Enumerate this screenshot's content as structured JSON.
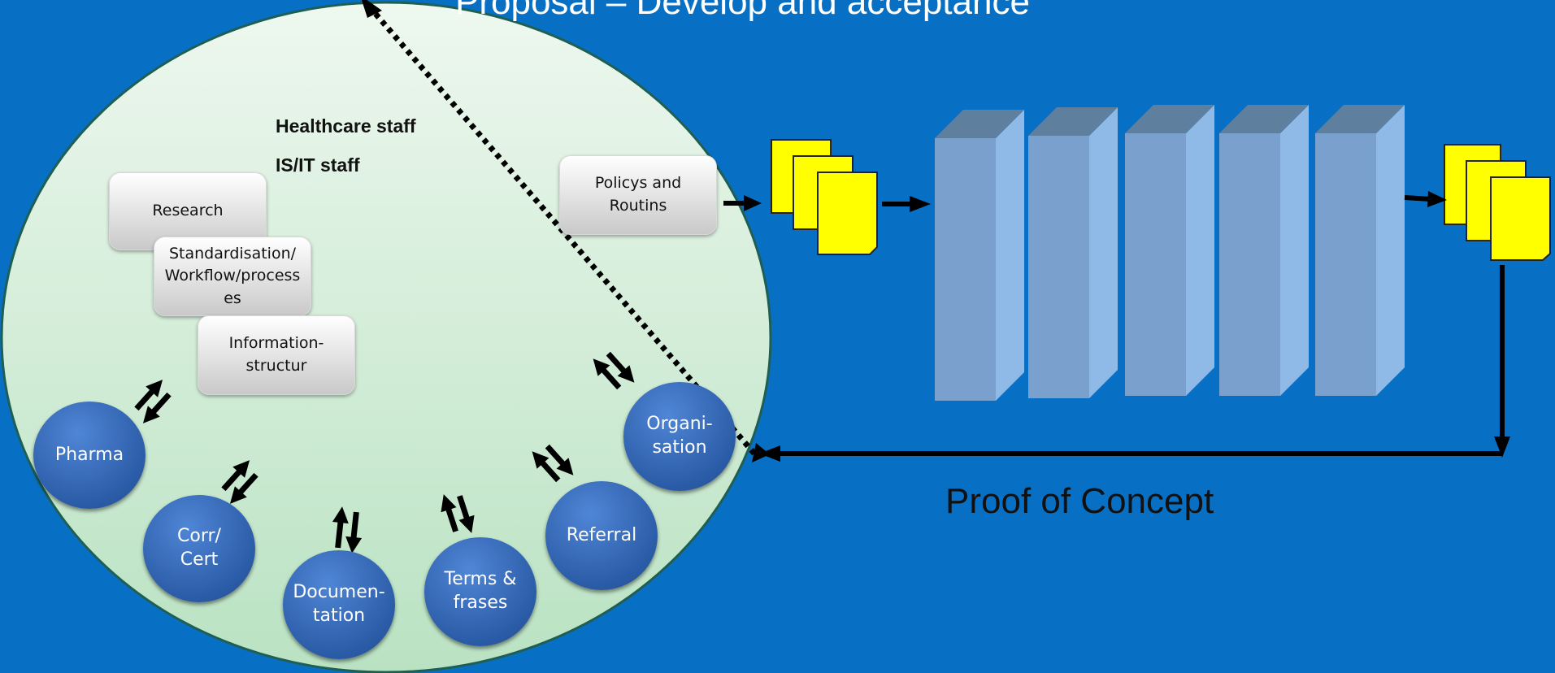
{
  "title": "Proposal – Develop and acceptance",
  "staff": {
    "healthcare": "Healthcare staff",
    "isit": "IS/IT staff"
  },
  "boxes": {
    "research": "Research",
    "standardisation": "Standardisation/\nWorkflow/process\nes",
    "information": "Information-\nstructur",
    "policys": "Policys and\nRoutins"
  },
  "circles": {
    "pharma": "Pharma",
    "corr": "Corr/\nCert",
    "documentation": "Documen-\ntation",
    "terms": "Terms &\nfrases",
    "referral": "Referral",
    "organisation": "Organi-\nsation"
  },
  "proof_of_concept": "Proof of Concept",
  "colors": {
    "background": "#0870c4",
    "document": "#ffff00",
    "prism": "#7aa6d6",
    "ellipse": "#daf0df",
    "circle": "#2f64b3"
  }
}
